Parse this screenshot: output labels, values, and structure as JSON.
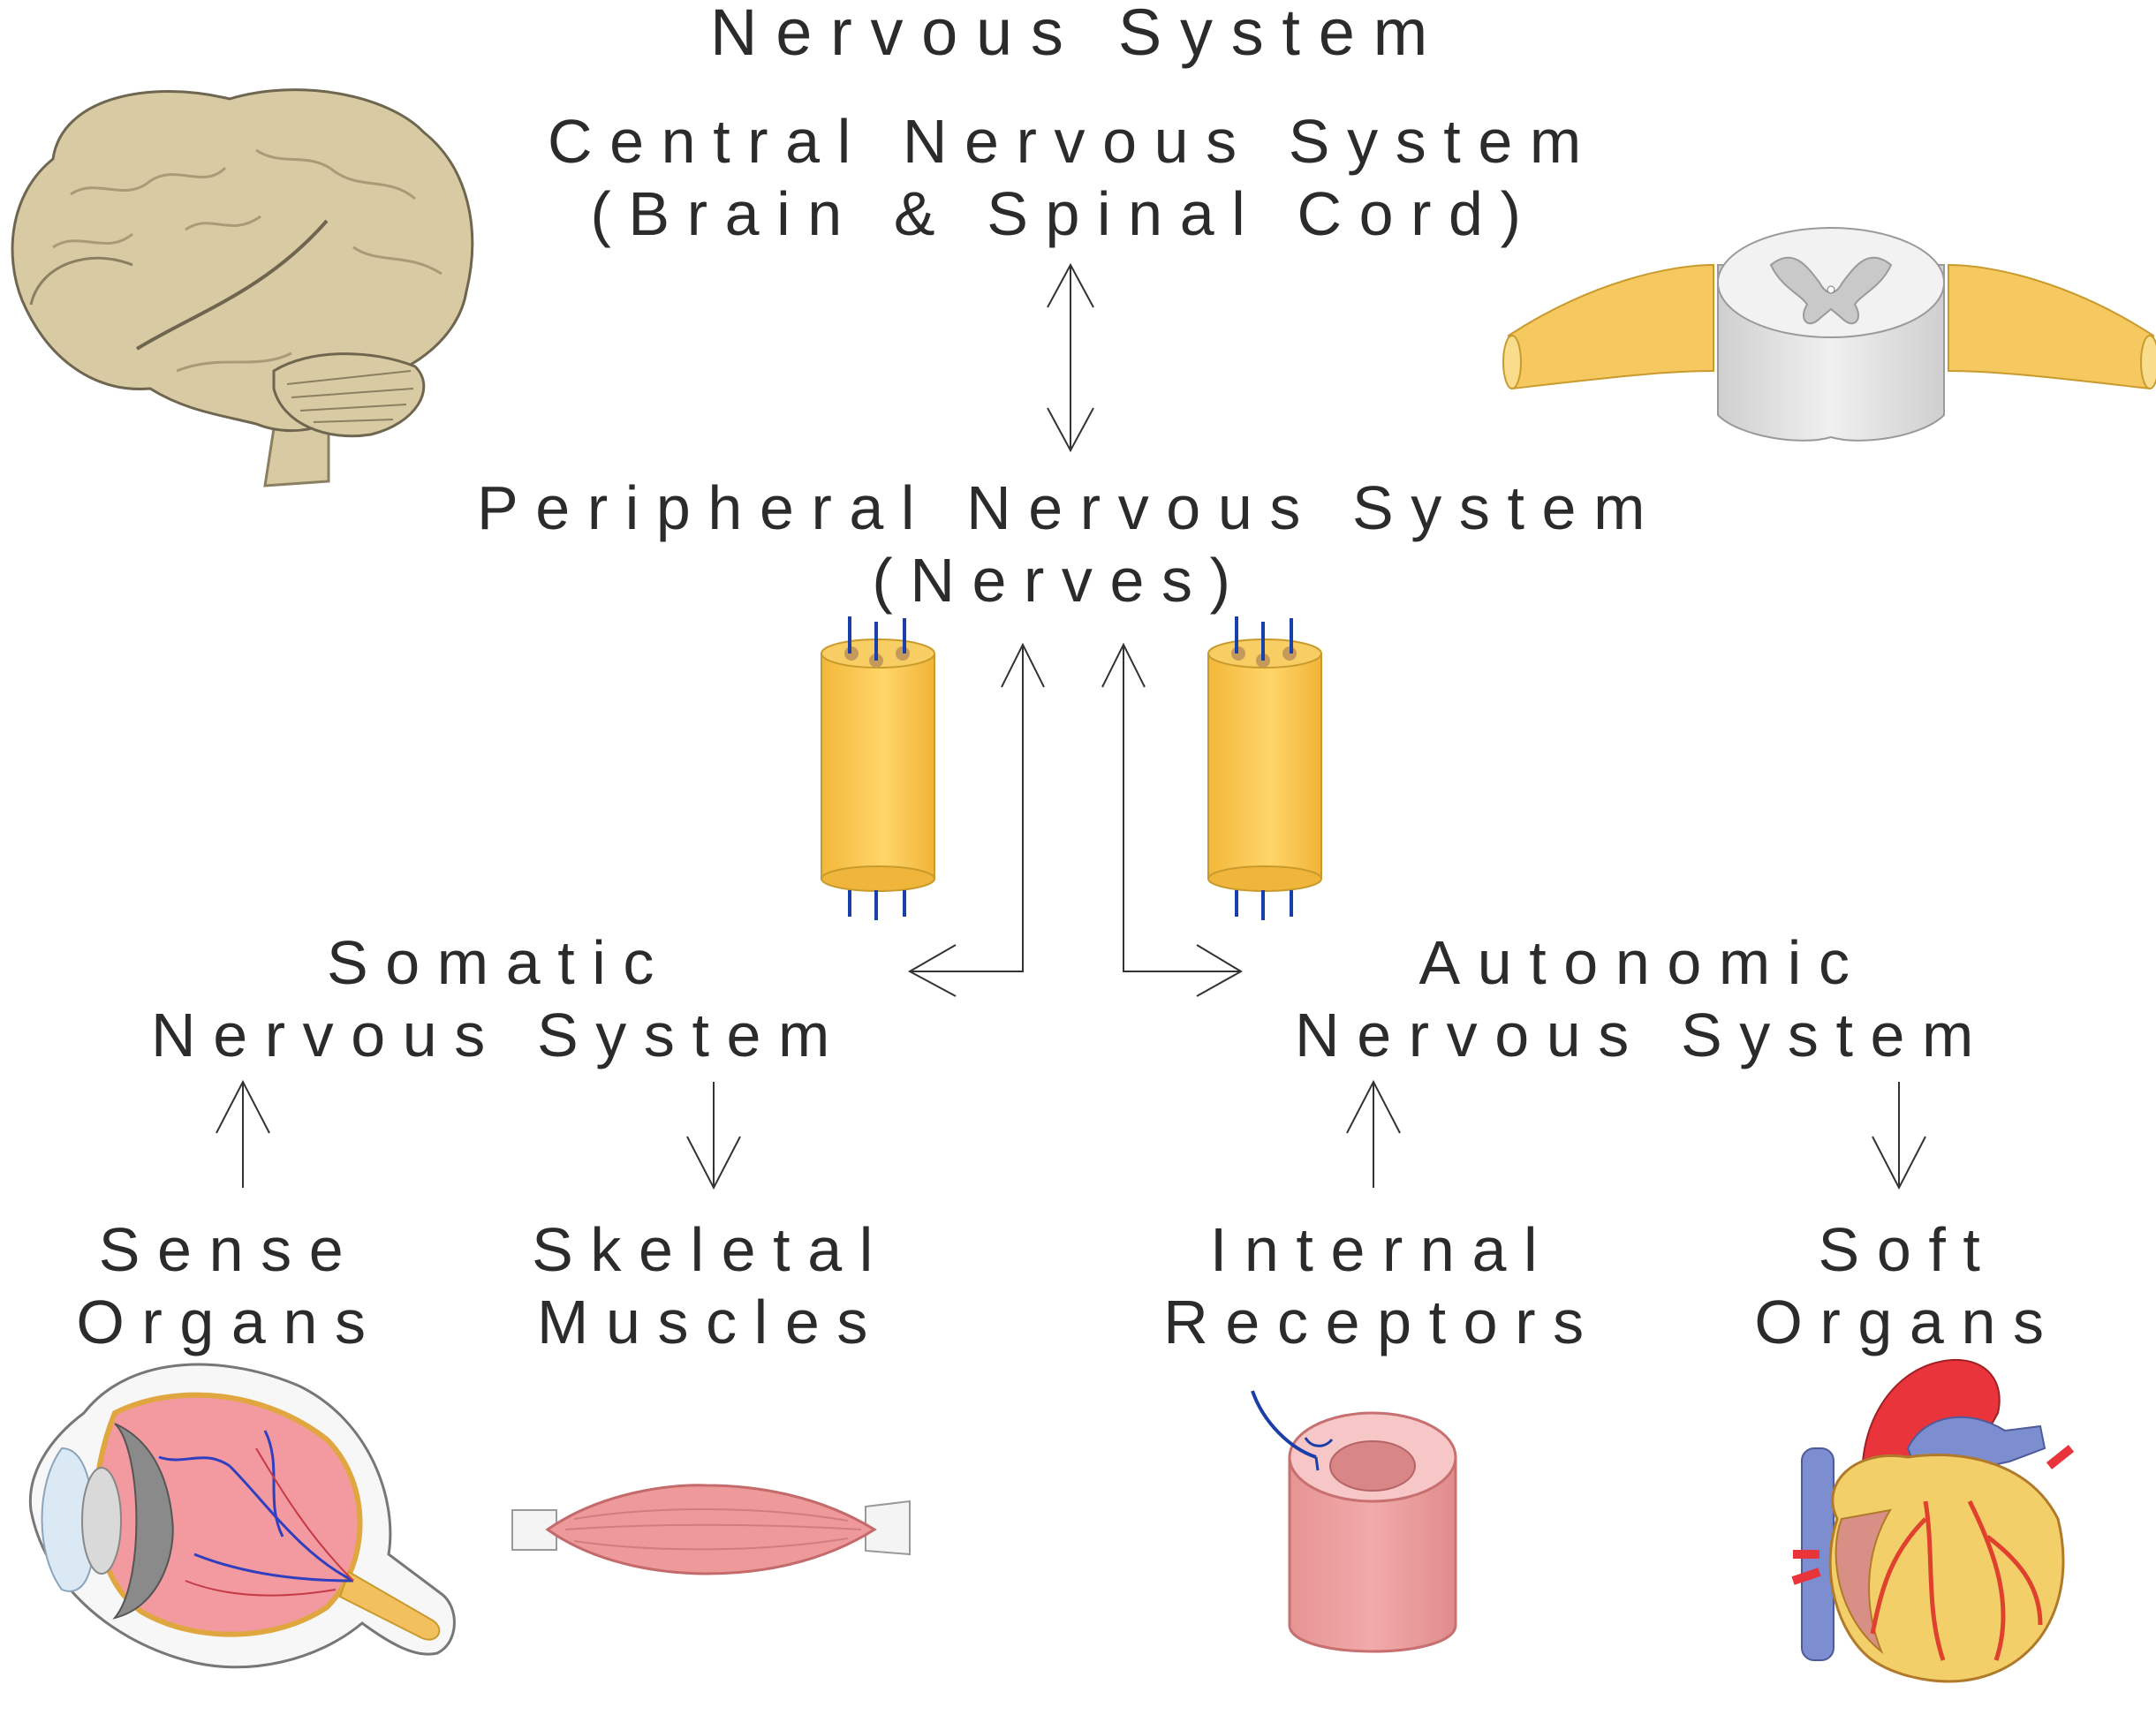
{
  "title": "Nervous System",
  "cns": {
    "line1": "Central Nervous System",
    "line2": "(Brain & Spinal Cord)"
  },
  "pns": {
    "line1": "Peripheral Nervous System",
    "line2": "(Nerves)"
  },
  "somatic": {
    "line1": "Somatic",
    "line2": "Nervous System"
  },
  "autonomic": {
    "line1": "Autonomic",
    "line2": "Nervous System"
  },
  "sense": {
    "line1": "Sense",
    "line2": "Organs"
  },
  "skeletal": {
    "line1": "Skeletal",
    "line2": "Muscles"
  },
  "internal": {
    "line1": "Internal",
    "line2": "Receptors"
  },
  "soft": {
    "line1": "Soft",
    "line2": "Organs"
  },
  "colors": {
    "text": "#2b2b2b",
    "brain": "#d8cba4",
    "nerve": "#f7c55a",
    "axon": "#1b3fa8",
    "muscle": "#ee9a9a",
    "heart_red": "#e8343a",
    "heart_blue": "#7d8ed0"
  },
  "icons": [
    "brain-icon",
    "spinal-cord-icon",
    "nerve-bundle-icon",
    "eye-icon",
    "muscle-icon",
    "receptor-vessel-icon",
    "heart-icon"
  ]
}
